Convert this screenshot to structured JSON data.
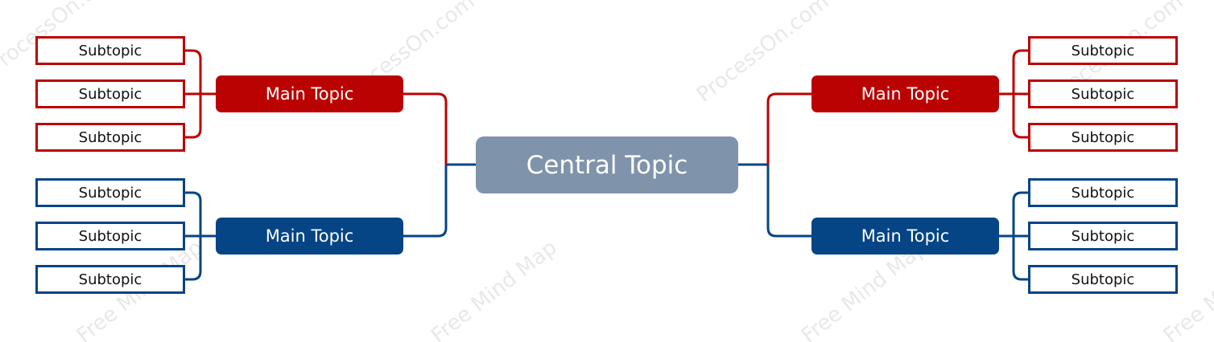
{
  "watermark": {
    "brand": "ProcessOn.com",
    "tagline": "Free Mind Map"
  },
  "colors": {
    "central": "#7f93aa",
    "red": "#bb0202",
    "blue": "#054485"
  },
  "central": {
    "label": "Central Topic"
  },
  "branches": [
    {
      "label": "Main Topic",
      "color": "red",
      "subtopics": [
        "Subtopic",
        "Subtopic",
        "Subtopic"
      ]
    },
    {
      "label": "Main Topic",
      "color": "blue",
      "subtopics": [
        "Subtopic",
        "Subtopic",
        "Subtopic"
      ]
    },
    {
      "label": "Main Topic",
      "color": "red",
      "subtopics": [
        "Subtopic",
        "Subtopic",
        "Subtopic"
      ]
    },
    {
      "label": "Main Topic",
      "color": "blue",
      "subtopics": [
        "Subtopic",
        "Subtopic",
        "Subtopic"
      ]
    }
  ]
}
